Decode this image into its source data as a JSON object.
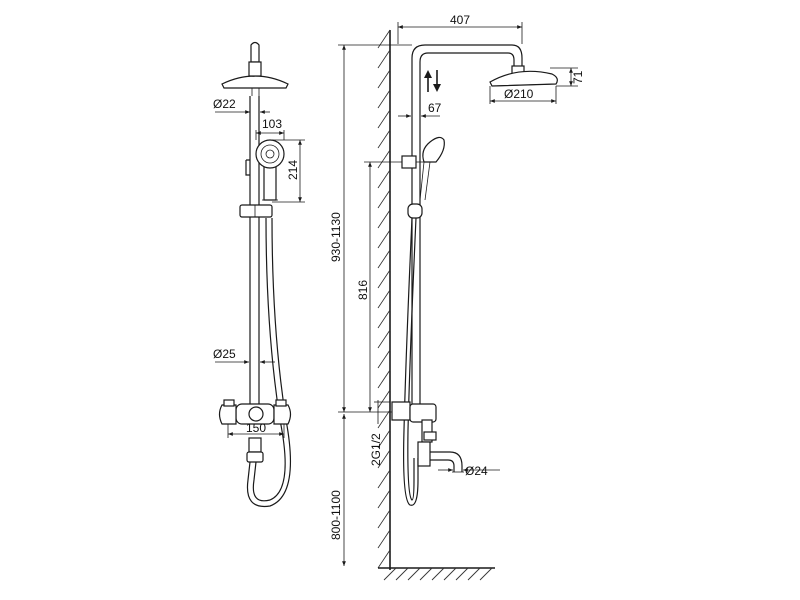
{
  "dimensions": {
    "d22": "Ø22",
    "w103": "103",
    "h214": "214",
    "d25": "Ø25",
    "w150": "150",
    "w407": "407",
    "h71": "71",
    "d210": "Ø210",
    "w67": "67",
    "h930": "930-1130",
    "h816": "816",
    "g12": "2G1/2",
    "d24": "Ø24",
    "h800": "800-1100"
  },
  "icons": {
    "adjust": "up-down-arrows-icon"
  }
}
